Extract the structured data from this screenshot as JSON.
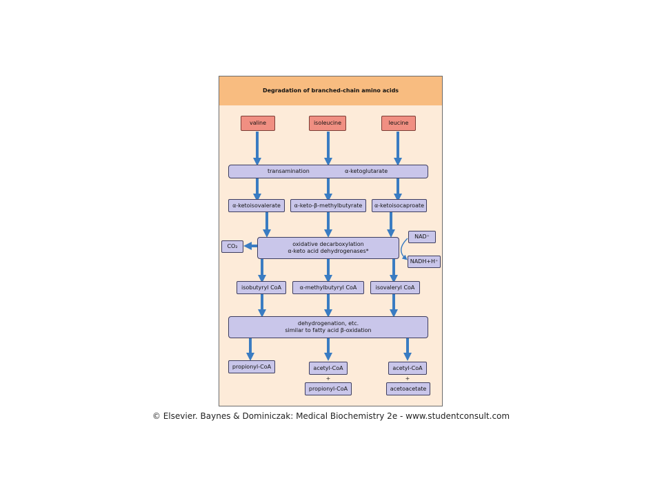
{
  "title": "Degradation of branched-chain amino acids",
  "amino_acids": [
    "valine",
    "isoleucine",
    "leucine"
  ],
  "transamination": {
    "label": "transamination",
    "product": "α-ketoglutarate"
  },
  "keto_acids": [
    "α-ketoisovalerate",
    "α-keto-β-methylbutyrate",
    "α-ketoisocaproate"
  ],
  "decarboxylation": {
    "line1": "oxidative decarboxylation",
    "line2": "α-keto acid dehydrogenases*"
  },
  "co2": "CO₂",
  "nad": "NAD⁺",
  "nadh": "NADH+H⁺",
  "acyl_coas": [
    "isobutyryl CoA",
    "α-methylbutyryl CoA",
    "isovaleryl CoA"
  ],
  "dehydrogenation": {
    "line1": "dehydrogenation, etc.",
    "line2": "similar to fatty acid β-oxidation"
  },
  "products": {
    "left": "propionyl-CoA",
    "middle_top": "acetyl-CoA",
    "middle_bottom": "propionyl-CoA",
    "right_top": "acetyl-CoA",
    "right_bottom": "acetoacetate",
    "plus": "+"
  },
  "copyright": "© Elsevier. Baynes & Dominiczak: Medical Biochemistry 2e - www.studentconsult.com",
  "colors": {
    "amino": "#f08f82",
    "enzyme_box": "#c9c6ea",
    "arrow": "#3a7cc2",
    "header": "#f8bc80",
    "panel": "#fdebd9"
  }
}
